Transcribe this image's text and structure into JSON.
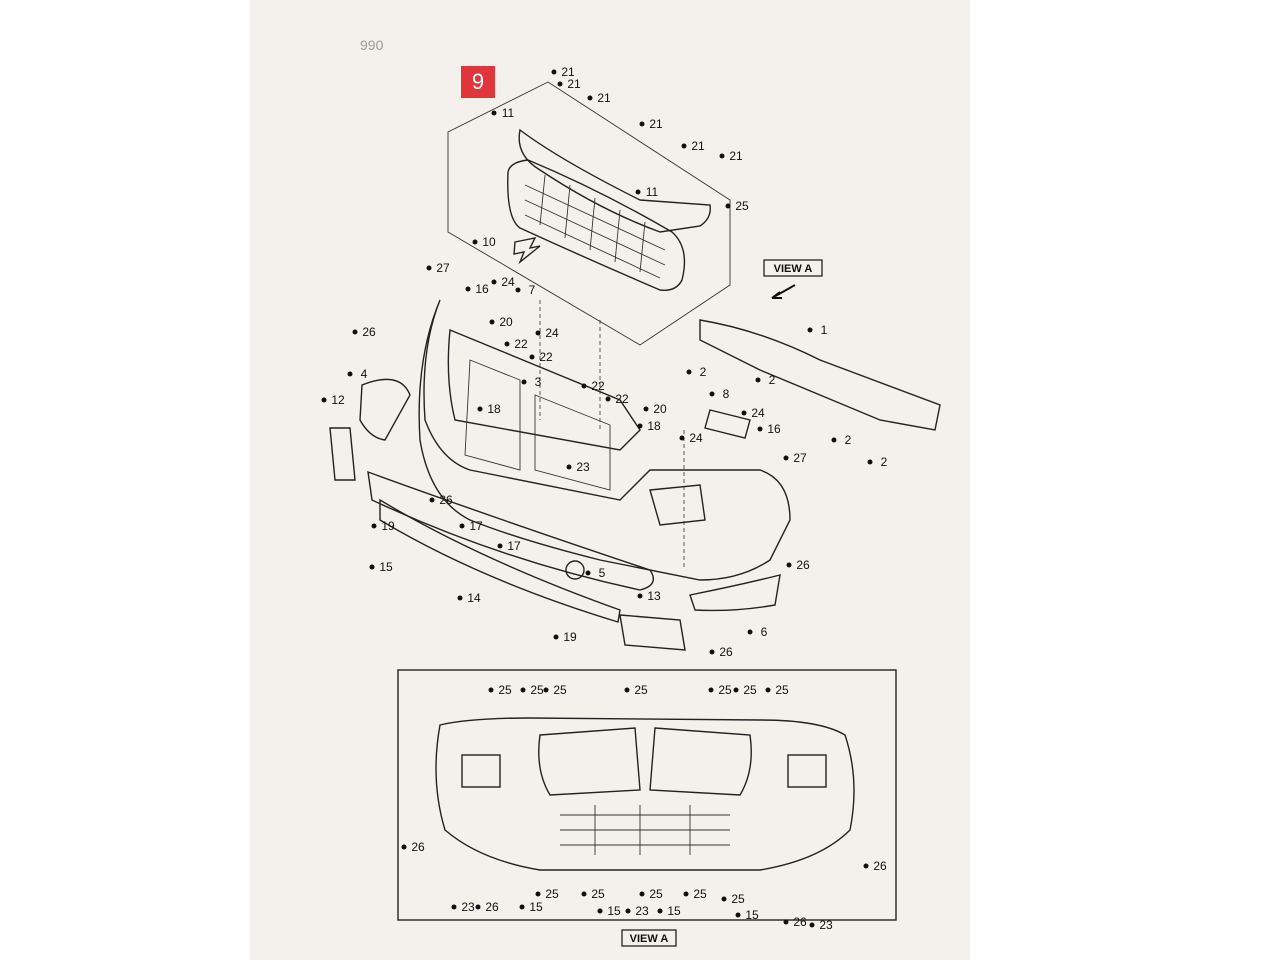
{
  "page_header_fragment": "990",
  "group_badge": "9",
  "view_label": "VIEW A",
  "colors": {
    "badge": "#e0353b",
    "paper": "#f4f1ec",
    "ink": "#222222"
  },
  "callouts": [
    {
      "n": "21"
    },
    {
      "n": "21"
    },
    {
      "n": "21"
    },
    {
      "n": "21"
    },
    {
      "n": "21"
    },
    {
      "n": "21"
    },
    {
      "n": "11"
    },
    {
      "n": "11"
    },
    {
      "n": "25"
    },
    {
      "n": "10"
    },
    {
      "n": "27"
    },
    {
      "n": "16"
    },
    {
      "n": "24"
    },
    {
      "n": "7"
    },
    {
      "n": "20"
    },
    {
      "n": "24"
    },
    {
      "n": "22"
    },
    {
      "n": "22"
    },
    {
      "n": "3"
    },
    {
      "n": "26"
    },
    {
      "n": "4"
    },
    {
      "n": "12"
    },
    {
      "n": "18"
    },
    {
      "n": "22"
    },
    {
      "n": "22"
    },
    {
      "n": "20"
    },
    {
      "n": "18"
    },
    {
      "n": "1"
    },
    {
      "n": "2"
    },
    {
      "n": "2"
    },
    {
      "n": "8"
    },
    {
      "n": "24"
    },
    {
      "n": "24"
    },
    {
      "n": "16"
    },
    {
      "n": "2"
    },
    {
      "n": "2"
    },
    {
      "n": "27"
    },
    {
      "n": "23"
    },
    {
      "n": "26"
    },
    {
      "n": "17"
    },
    {
      "n": "17"
    },
    {
      "n": "19"
    },
    {
      "n": "15"
    },
    {
      "n": "5"
    },
    {
      "n": "14"
    },
    {
      "n": "13"
    },
    {
      "n": "26"
    },
    {
      "n": "6"
    },
    {
      "n": "19"
    },
    {
      "n": "26"
    }
  ],
  "view_a_callouts": [
    {
      "n": "25"
    },
    {
      "n": "25"
    },
    {
      "n": "25"
    },
    {
      "n": "25"
    },
    {
      "n": "25"
    },
    {
      "n": "25"
    },
    {
      "n": "25"
    },
    {
      "n": "26"
    },
    {
      "n": "26"
    },
    {
      "n": "23"
    },
    {
      "n": "26"
    },
    {
      "n": "15"
    },
    {
      "n": "25"
    },
    {
      "n": "25"
    },
    {
      "n": "15"
    },
    {
      "n": "23"
    },
    {
      "n": "25"
    },
    {
      "n": "15"
    },
    {
      "n": "25"
    },
    {
      "n": "15"
    },
    {
      "n": "26"
    },
    {
      "n": "23"
    },
    {
      "n": "25"
    }
  ]
}
